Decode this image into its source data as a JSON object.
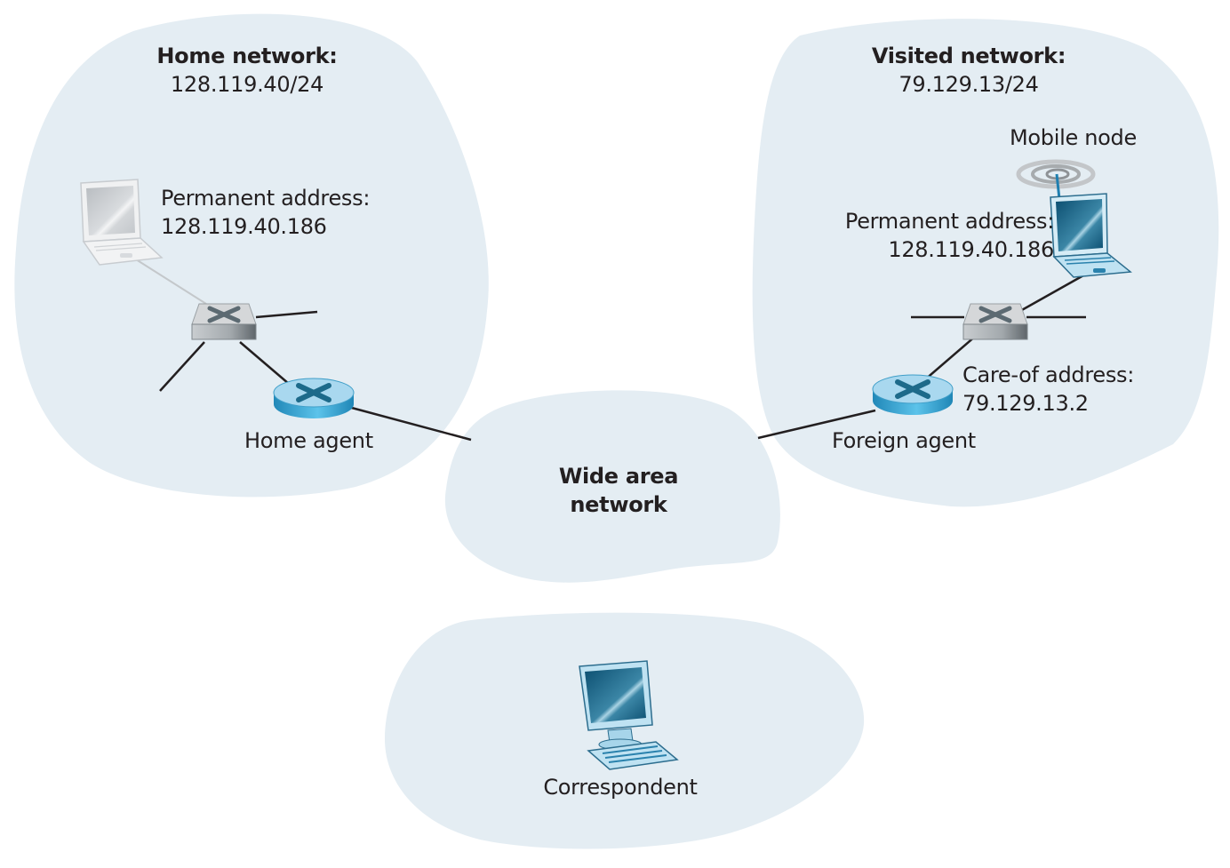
{
  "diagram": {
    "colors": {
      "cloud_fill": "#e4edf3",
      "line": "#231f20",
      "router_top": "#a9d8ef",
      "router_side": "#2a9ccc",
      "router_x": "#1d6a8a",
      "switch_top": "#d5d7d9",
      "switch_side": "#8a9196",
      "screen": "#0e5a7d"
    },
    "home_network": {
      "title": "Home network:",
      "subnet": "128.119.40/24",
      "host_label": "Permanent address:",
      "host_address": "128.119.40.186",
      "agent_label": "Home agent"
    },
    "visited_network": {
      "title": "Visited network:",
      "subnet": "79.129.13/24",
      "mobile_label": "Mobile node",
      "host_label": "Permanent address:",
      "host_address": "128.119.40.186",
      "careof_label": "Care-of address:",
      "careof_address": "79.129.13.2",
      "agent_label": "Foreign agent"
    },
    "wan": {
      "line1": "Wide area",
      "line2": "network"
    },
    "correspondent": {
      "label": "Correspondent"
    }
  }
}
